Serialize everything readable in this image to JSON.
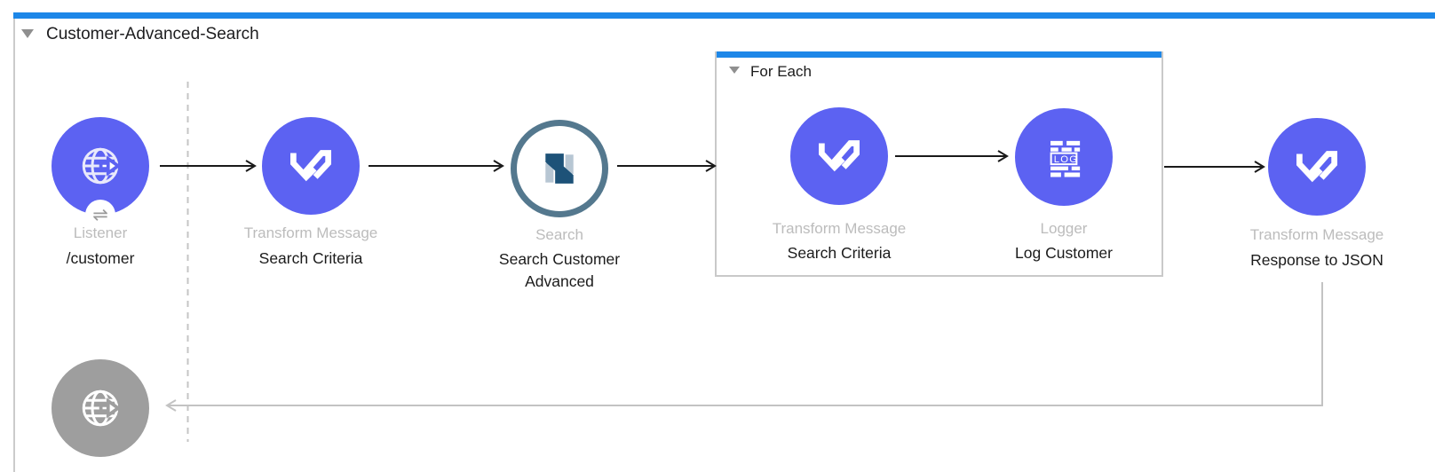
{
  "flow": {
    "title": "Customer-Advanced-Search"
  },
  "nodes": {
    "listener": {
      "label": "Listener",
      "doc_name": "/customer"
    },
    "transform_1": {
      "label": "Transform Message",
      "doc_name": "Search Criteria"
    },
    "search": {
      "label": "Search",
      "doc_name_line1": "Search Customer",
      "doc_name_line2": "Advanced"
    },
    "foreach": {
      "title": "For Each"
    },
    "transform_2": {
      "label": "Transform Message",
      "doc_name": "Search Criteria"
    },
    "logger": {
      "label": "Logger",
      "doc_name": "Log Customer"
    },
    "transform_3": {
      "label": "Transform Message",
      "doc_name": "Response to JSON"
    },
    "response": {
      "label": ""
    }
  },
  "icons": {
    "logger_text": "LOG",
    "listener_exchange_glyph": "⇌"
  },
  "colors": {
    "flow_accent_bar": "#1d87e8",
    "connector_purple": "#5c62f2",
    "netsuite_ring": "#54788e",
    "netsuite_dark": "#1d5278",
    "netsuite_light": "#b7c6d3",
    "disabled_gray_circle": "#9e9e9e",
    "label_gray": "#bcbcbc",
    "text_black": "#1b1b1b",
    "border_gray": "#c9c9c9"
  }
}
